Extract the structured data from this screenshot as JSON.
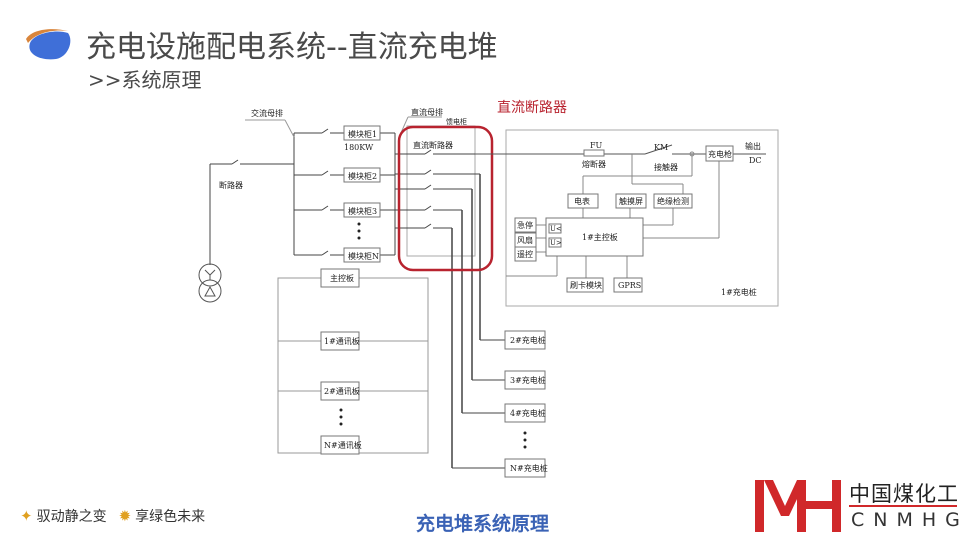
{
  "header": {
    "title": "充电设施配电系统--直流充电堆",
    "subtitle": ">>系统原理"
  },
  "diagram": {
    "annotation_highlight": "直流断路器",
    "highlight_color": "#b8232f",
    "labels": {
      "ac_bus": "交流母排",
      "dc_bus": "直流母排",
      "cabinet": "馈电柜",
      "dc_breaker": "直流断路器",
      "breaker": "断路器",
      "power_rating": "180KW",
      "main_control": "主控板"
    },
    "modules": [
      "模块柜1",
      "模块柜2",
      "模块柜3",
      "模块柜N"
    ],
    "comm_boards": [
      "1#通讯板",
      "2#通讯板",
      "N#通讯板"
    ],
    "chargers": [
      "2#充电桩",
      "3#充电桩",
      "4#充电桩",
      "N#充电桩"
    ],
    "pile1": {
      "fuse_code": "FU",
      "fuse": "熔断器",
      "contactor_code": "KM",
      "contactor": "接触器",
      "gun": "充电枪",
      "output": "输出",
      "dc": "DC",
      "meter": "电表",
      "touchscreen": "触摸屏",
      "insulation": "绝缘检测",
      "estop": "急停",
      "fan": "风扇",
      "remote": "遥控",
      "u_lt": "U<",
      "u_gt": "U>",
      "main_board": "1#主控板",
      "card_reader": "刷卡模块",
      "gprs": "GPRS",
      "pile_label": "1#充电桩"
    }
  },
  "footer": {
    "slogan_1": "驭动静之变",
    "slogan_2": "享绿色未来",
    "caption": "充电堆系统原理",
    "brand_cn": "中国煤化工",
    "brand_en": "CNMHG"
  },
  "colors": {
    "title_text": "#4a4a4a",
    "caption_blue": "#3a62b5",
    "brand_red": "#d0282a",
    "logo_blue": "#3f6fd8",
    "logo_orange": "#d9853b"
  }
}
